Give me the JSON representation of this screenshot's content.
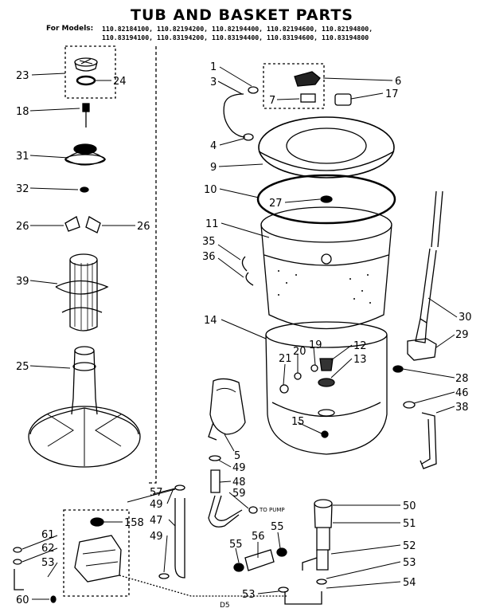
{
  "header": {
    "title": "TUB AND BASKET PARTS",
    "models_label": "For Models:",
    "models_line1": "110.82184100, 110.82194200, 110.82194400, 110.82194600, 110.82194800,",
    "models_line2": "110.83194100, 110.83194200, 110.83194400, 110.83194600, 110.83194800"
  },
  "footer": {
    "code": "D5"
  },
  "callouts": {
    "p1": "1",
    "p3": "3",
    "p4": "4",
    "p6": "6",
    "p7": "7",
    "p9": "9",
    "p10": "10",
    "p11": "11",
    "p12": "12",
    "p13": "13",
    "p14": "14",
    "p15": "15",
    "p17": "17",
    "p18": "18",
    "p19": "19",
    "p20": "20",
    "p21": "21",
    "p23": "23",
    "p24": "24",
    "p25": "25",
    "p26a": "26",
    "p26b": "26",
    "p27": "27",
    "p28": "28",
    "p29": "29",
    "p30": "30",
    "p31": "31",
    "p32": "32",
    "p35": "35",
    "p36": "36",
    "p38": "38",
    "p39": "39",
    "p46": "46",
    "p47": "47",
    "p48": "48",
    "p49a": "49",
    "p49b": "49",
    "p49c": "49",
    "p50": "50",
    "p51": "51",
    "p52": "52",
    "p53a": "53",
    "p53b": "53",
    "p53c": "53",
    "p54": "54",
    "p55a": "55",
    "p55b": "55",
    "p56": "56",
    "p57": "57",
    "p59": "59",
    "p5": "5",
    "p60": "60",
    "p61": "61",
    "p62": "62",
    "p158": "158"
  },
  "annotations": {
    "to_pump": "TO PUMP"
  }
}
